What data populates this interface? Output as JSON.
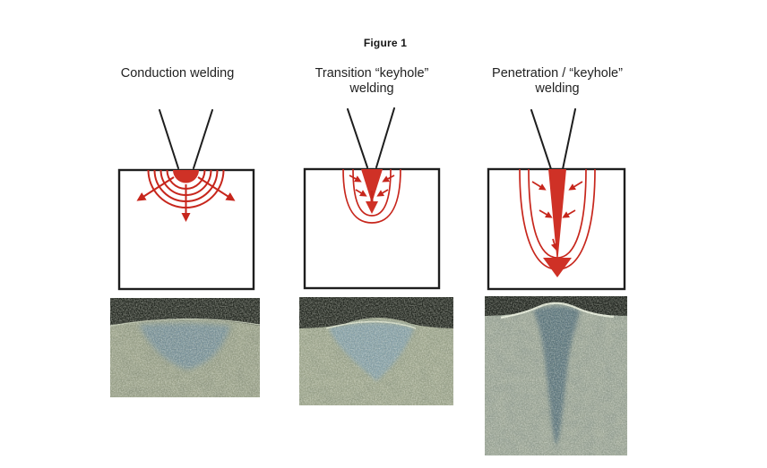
{
  "figure": {
    "title": "Figure 1"
  },
  "columns": [
    {
      "label_line1": "Conduction welding",
      "label_line2": "",
      "schematic": "conduction-radial-heat-flow",
      "photo": "shallow-wide-weld-macrograph"
    },
    {
      "label_line1": "Transition “keyhole”",
      "label_line2": "welding",
      "schematic": "shallow-keyhole-vee",
      "photo": "cone-shaped-weld-macrograph"
    },
    {
      "label_line1": "Penetration / “keyhole”",
      "label_line2": "welding",
      "schematic": "deep-keyhole-column",
      "photo": "deep-narrow-weld-macrograph"
    }
  ],
  "colors": {
    "diagram_red": "#c7261c",
    "diagram_red_fill": "#cf3126",
    "diagram_line": "#1e1e1e",
    "page_background": "#ffffff",
    "metal_grey": "#939b85",
    "weld_blue": "#6f8d9e",
    "dark_band": "#20241e"
  }
}
